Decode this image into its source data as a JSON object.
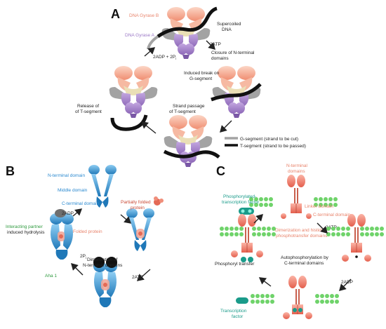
{
  "panelA": {
    "letter": "A",
    "gyraseB": "DNA Gyrase B",
    "gyraseA": "DNA Gyrase A",
    "supercoiled_1": "Supercoiled",
    "supercoiled_2": "DNA",
    "atp_2": "2ATP",
    "closure_1": "Closure of N-terminal",
    "closure_2": "domains",
    "adp_1": "2ADP + 2P",
    "adp_sub": "i",
    "induced_1": "Induced break on",
    "induced_2": "G-segment",
    "release_1": "Release of",
    "release_2": "of T-segment",
    "strand_1": "Strand passage",
    "strand_2": "of T-segment",
    "legend_g": "G-segment (strand to be cut)",
    "legend_t": "T-segment (strand to be passed)"
  },
  "panelB": {
    "letter": "B",
    "nterm": "N-terminal domain",
    "middle": "Middle domain",
    "cterm": "C-terminal domain",
    "adp": "2ADP",
    "partial_1": "Partially folded",
    "partial_2": "protein",
    "folded": "Folded protein",
    "partner_1": "Interacting partner",
    "partner_2": "induced hydrolysis",
    "pi": "2P",
    "pi_sub": "i",
    "dimer_1": "Dimerization of",
    "dimer_2": "N-terminal domains",
    "atp": "2ATP",
    "aha": "Aha 1"
  },
  "panelC": {
    "letter": "C",
    "nterm_1": "N-terminal",
    "nterm_2": "domains",
    "phos_1": "Phosphorylated-",
    "phos_2": "transcription factor",
    "linker": "Linker domain",
    "cterm": "C-terminal domain",
    "atp": "2ATP",
    "dimer_1": "Dimerization and histidine",
    "dimer_2": "phosphotransfer domains",
    "auto_1": "Autophosphorylation by",
    "auto_2": "C-terminal domains",
    "adp": "2ADP",
    "transfer": "Phosphoryl transfer",
    "tf_1": "Transcription",
    "tf_2": "factor"
  },
  "colors": {
    "gyraseB": "#f4a58a",
    "gyraseA": "#a887c9",
    "hsp90": "#3a9ad6",
    "hsp90_dark": "#1e6fa8",
    "hk_body": "#f07a6a",
    "hk_mem": "#6fd36a",
    "partner_green": "#2e9a3e",
    "tf_teal": "#1a9b8a"
  }
}
